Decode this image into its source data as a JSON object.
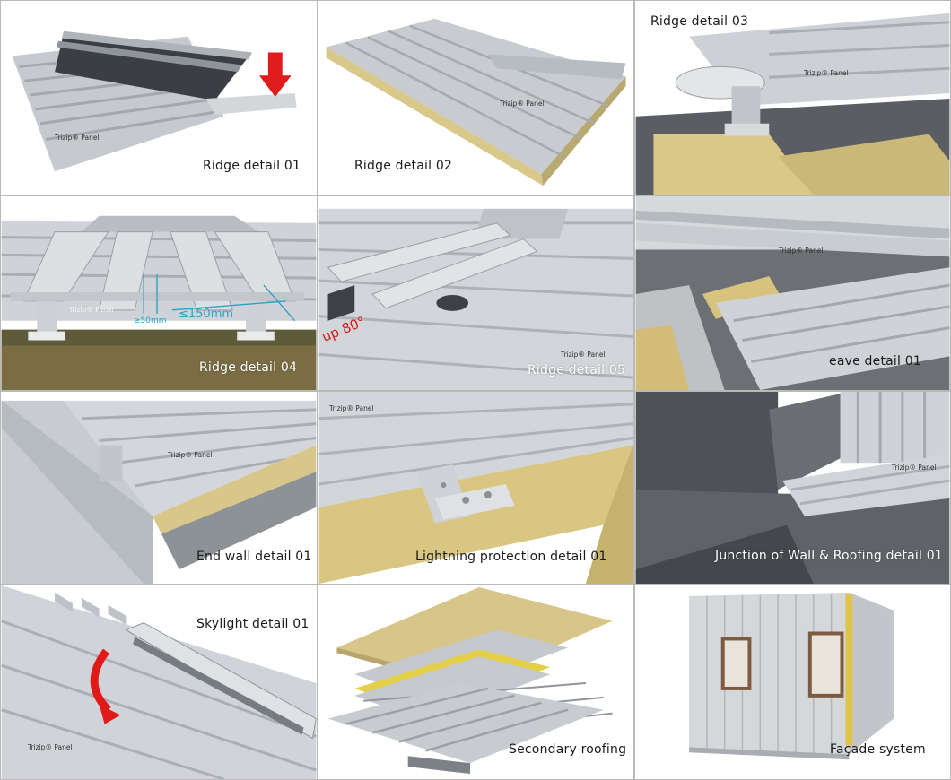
{
  "panel_label": "Trizip® Panel",
  "tiles": [
    {
      "caption": "Ridge detail 01"
    },
    {
      "caption": "Ridge detail 02"
    },
    {
      "caption": "Ridge detail 03"
    },
    {
      "caption": "Ridge detail 04",
      "dim_50": "≥50mm",
      "dim_150": "≤150mm"
    },
    {
      "caption": "Ridge detail 05",
      "angle": "up 80°"
    },
    {
      "caption": "eave detail 01"
    },
    {
      "caption": "End wall detail 01"
    },
    {
      "caption": "Lightning protection  detail 01"
    },
    {
      "caption": "Junction of Wall & Roofing  detail 01"
    },
    {
      "caption": "Skylight detail 01"
    },
    {
      "caption": "Secondary roofing"
    },
    {
      "caption": "Façade system"
    }
  ],
  "colors": {
    "panel": "#c9ccd0",
    "panel_dark": "#9aa0a6",
    "insulation": "#d9c98a",
    "arrow_red": "#e11919",
    "dimension": "#2aa3c7"
  }
}
